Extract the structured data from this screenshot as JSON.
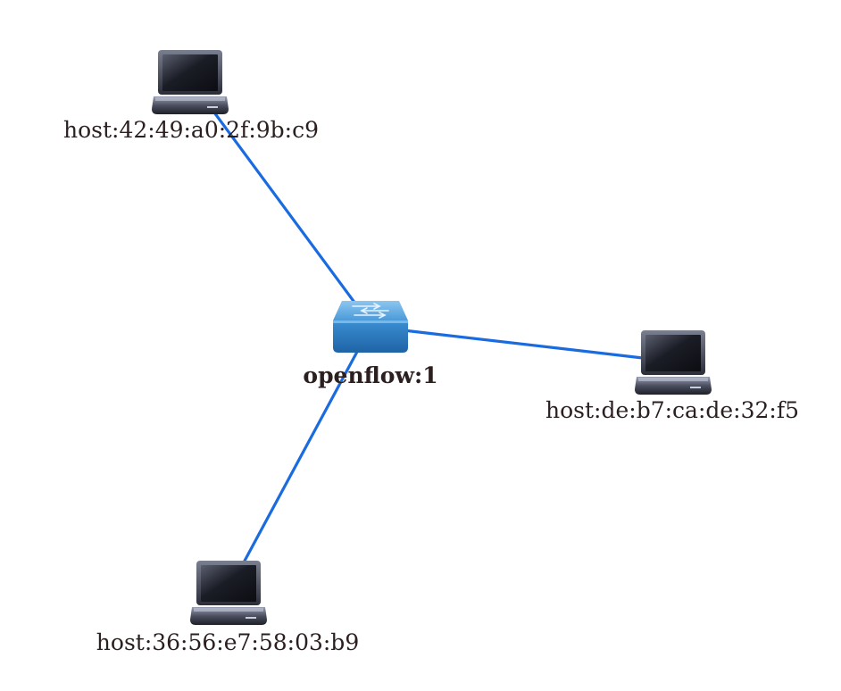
{
  "topology": {
    "link_color": "#1a6be0",
    "switch": {
      "id": "openflow:1",
      "label": "openflow:1",
      "icon": "switch-icon"
    },
    "hosts": [
      {
        "id": "h1",
        "label": "host:42:49:a0:2f:9b:c9",
        "icon": "laptop-icon"
      },
      {
        "id": "h2",
        "label": "host:de:b7:ca:de:32:f5",
        "icon": "laptop-icon"
      },
      {
        "id": "h3",
        "label": "host:36:56:e7:58:03:b9",
        "icon": "laptop-icon"
      }
    ],
    "links": [
      {
        "from": "openflow:1",
        "to": "h1"
      },
      {
        "from": "openflow:1",
        "to": "h2"
      },
      {
        "from": "openflow:1",
        "to": "h3"
      }
    ]
  }
}
